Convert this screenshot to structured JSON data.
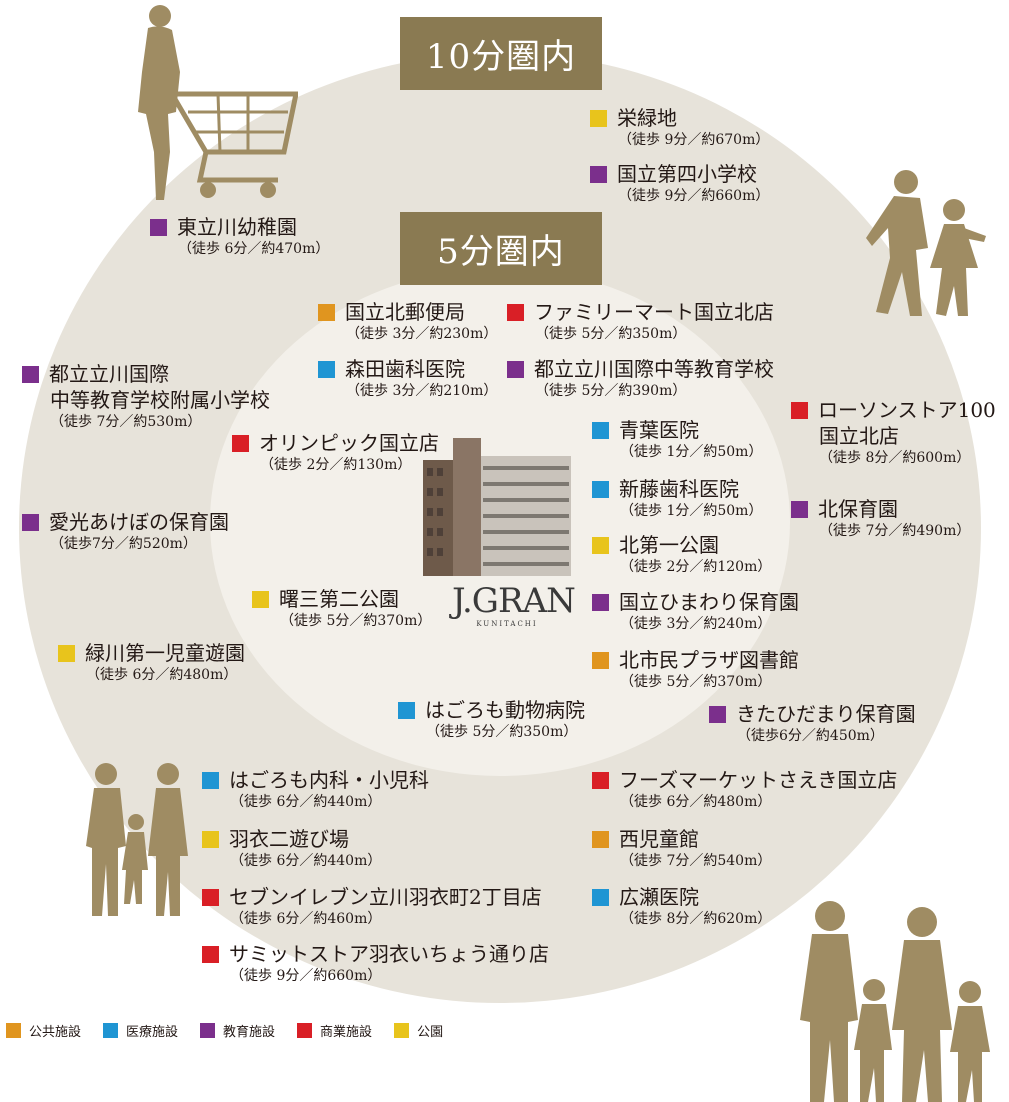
{
  "zones": {
    "ten": "10分圏内",
    "five": "5分圏内"
  },
  "brand": {
    "name": "J.GRAN",
    "sub": "KUNITACHI"
  },
  "categories": {
    "public": {
      "label": "公共施設",
      "color": "#e0951f"
    },
    "medical": {
      "label": "医療施設",
      "color": "#1f95d3"
    },
    "education": {
      "label": "教育施設",
      "color": "#7b2f8c"
    },
    "commercial": {
      "label": "商業施設",
      "color": "#d91f26"
    },
    "park": {
      "label": "公園",
      "color": "#e8c41c"
    }
  },
  "facilities": [
    {
      "cat": "park",
      "name": "栄緑地",
      "dist": "（徒歩 9分／約670m）"
    },
    {
      "cat": "education",
      "name": "国立第四小学校",
      "dist": "（徒歩 9分／約660m）"
    },
    {
      "cat": "education",
      "name": "東立川幼稚園",
      "dist": "（徒歩 6分／約470m）"
    },
    {
      "cat": "public",
      "name": "国立北郵便局",
      "dist": "（徒歩 3分／約230m）"
    },
    {
      "cat": "commercial",
      "name": "ファミリーマート国立北店",
      "dist": "（徒歩 5分／約350m）"
    },
    {
      "cat": "medical",
      "name": "森田歯科医院",
      "dist": "（徒歩 3分／約210m）"
    },
    {
      "cat": "education",
      "name": "都立立川国際中等教育学校",
      "dist": "（徒歩 5分／約390m）"
    },
    {
      "cat": "education",
      "name": "都立立川国際",
      "name2": "中等教育学校附属小学校",
      "dist": "（徒歩 7分／約530m）"
    },
    {
      "cat": "commercial",
      "name": "ローソンストア100",
      "name2": "国立北店",
      "dist": "（徒歩 8分／約600m）"
    },
    {
      "cat": "medical",
      "name": "青葉医院",
      "dist": "（徒歩 1分／約50m）"
    },
    {
      "cat": "commercial",
      "name": "オリンピック国立店",
      "dist": "（徒歩 2分／約130m）"
    },
    {
      "cat": "medical",
      "name": "新藤歯科医院",
      "dist": "（徒歩 1分／約50m）"
    },
    {
      "cat": "education",
      "name": "北保育園",
      "dist": "（徒歩 7分／約490m）"
    },
    {
      "cat": "education",
      "name": "愛光あけぼの保育園",
      "dist": "（徒歩7分／約520m）"
    },
    {
      "cat": "park",
      "name": "北第一公園",
      "dist": "（徒歩 2分／約120m）"
    },
    {
      "cat": "park",
      "name": "曙三第二公園",
      "dist": "（徒歩 5分／約370m）"
    },
    {
      "cat": "education",
      "name": "国立ひまわり保育園",
      "dist": "（徒歩 3分／約240m）"
    },
    {
      "cat": "park",
      "name": "緑川第一児童遊園",
      "dist": "（徒歩 6分／約480m）"
    },
    {
      "cat": "public",
      "name": "北市民プラザ図書館",
      "dist": "（徒歩 5分／約370m）"
    },
    {
      "cat": "medical",
      "name": "はごろも動物病院",
      "dist": "（徒歩 5分／約350m）"
    },
    {
      "cat": "education",
      "name": "きたひだまり保育園",
      "dist": "（徒歩6分／約450m）"
    },
    {
      "cat": "medical",
      "name": "はごろも内科・小児科",
      "dist": "（徒歩 6分／約440m）"
    },
    {
      "cat": "commercial",
      "name": "フーズマーケットさえき国立店",
      "dist": "（徒歩 6分／約480m）"
    },
    {
      "cat": "park",
      "name": "羽衣二遊び場",
      "dist": "（徒歩 6分／約440m）"
    },
    {
      "cat": "public",
      "name": "西児童館",
      "dist": "（徒歩 7分／約540m）"
    },
    {
      "cat": "commercial",
      "name": "セブンイレブン立川羽衣町2丁目店",
      "dist": "（徒歩 6分／約460m）"
    },
    {
      "cat": "medical",
      "name": "広瀬医院",
      "dist": "（徒歩 8分／約620m）"
    },
    {
      "cat": "commercial",
      "name": "サミットストア羽衣いちょう通り店",
      "dist": "（徒歩 9分／約660m）"
    }
  ]
}
